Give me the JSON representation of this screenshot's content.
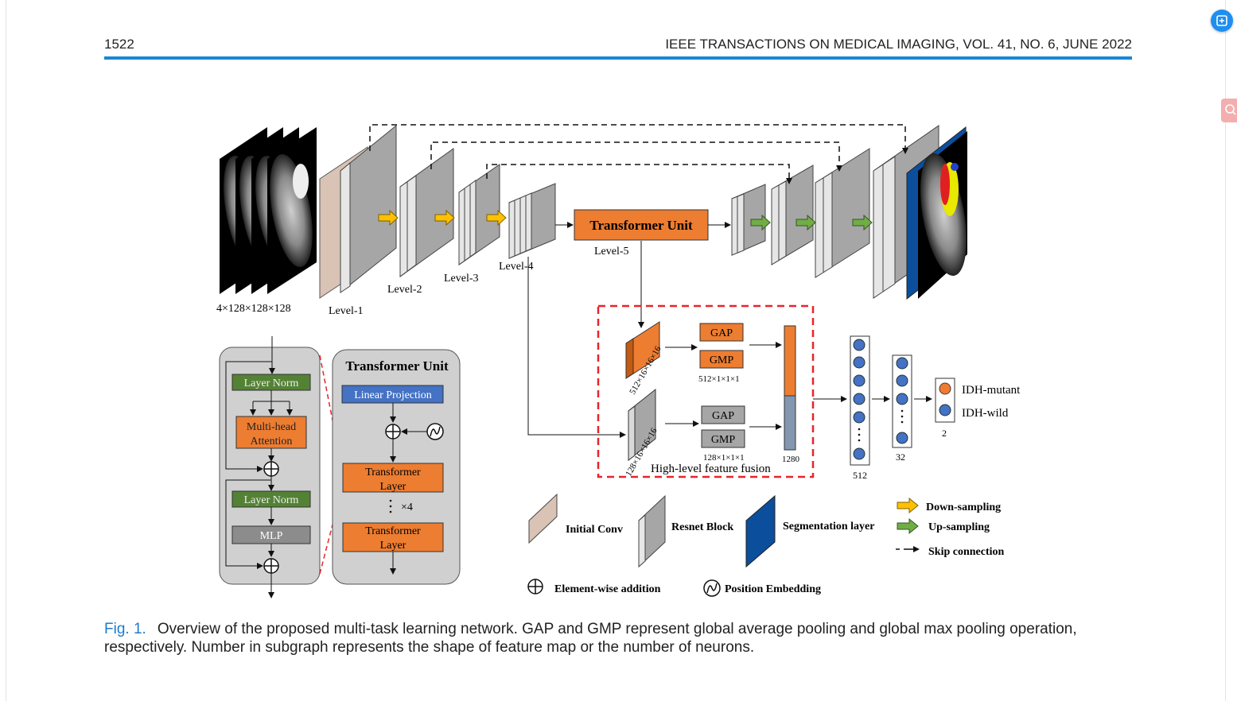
{
  "header": {
    "page_number": "1522",
    "journal": "IEEE TRANSACTIONS ON MEDICAL IMAGING, VOL. 41, NO. 6, JUNE 2022"
  },
  "figure": {
    "input_shape": "4×128×128×128",
    "levels": [
      "Level-1",
      "Level-2",
      "Level-3",
      "Level-4",
      "Level-5"
    ],
    "transformer_unit_label": "Transformer Unit",
    "fusion": {
      "gap": "GAP",
      "gmp": "GMP",
      "shape_top": "512×16×16×16",
      "shape_bottom": "128×16×16×16",
      "pool_top": "512×1×1×1",
      "pool_bottom": "128×1×1×1",
      "concat": "1280",
      "title": "High-level feature fusion"
    },
    "classifier": {
      "n1": "512",
      "n2": "32",
      "n3": "2",
      "class_a": "IDH-mutant",
      "class_b": "IDH-wild"
    },
    "transformer_layer_block": {
      "layer_norm_1": "Layer Norm",
      "mha_1": "Multi-head",
      "mha_2": "Attention",
      "layer_norm_2": "Layer Norm",
      "mlp": "MLP"
    },
    "transformer_unit_panel": {
      "title": "Transformer Unit",
      "linear_projection": "Linear Projection",
      "layer_1a": "Transformer",
      "layer_1b": "Layer",
      "repeat": "×4",
      "layer_2a": "Transformer",
      "layer_2b": "Layer"
    },
    "legend": {
      "initial_conv": "Initial Conv",
      "resnet_block": "Resnet Block",
      "segmentation_layer": "Segmentation layer",
      "down_sampling": "Down-sampling",
      "up_sampling": "Up-sampling",
      "skip_connection": "Skip connection",
      "element_wise_addition": "Element-wise addition",
      "position_embedding": "Position Embedding"
    },
    "colors": {
      "orange": "#ed7d31",
      "green": "#548235",
      "blue": "#4472c4",
      "seg_blue": "#0b4f9c",
      "gray": "#a6a6a6",
      "dashed_red": "#e8242b",
      "down_arrow": "#ffc000",
      "up_arrow": "#70ad47"
    }
  },
  "caption": {
    "label": "Fig. 1.",
    "text": "Overview of the proposed multi-task learning network. GAP and GMP represent global average pooling and global max pooling operation, respectively. Number in subgraph represents the shape of feature map or the number of neurons."
  }
}
